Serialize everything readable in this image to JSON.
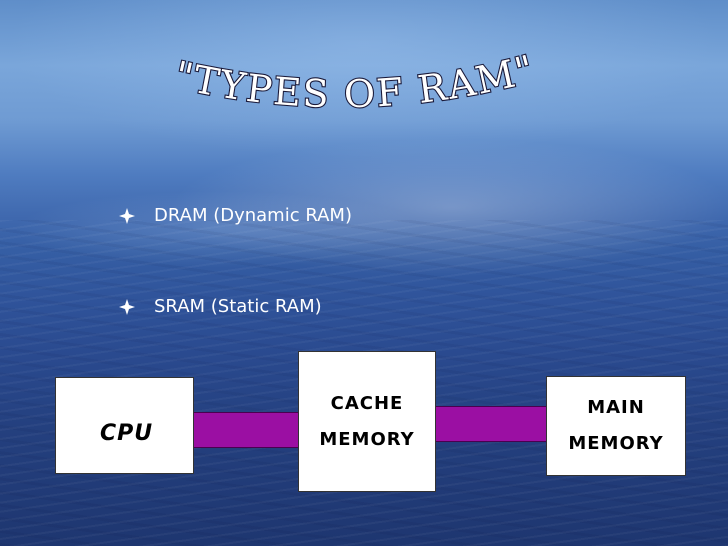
{
  "slide": {
    "title": "\"TYPES OF RAM\"",
    "bullets": [
      "DRAM (Dynamic RAM)",
      "SRAM (Static RAM)"
    ],
    "bullet_icon": "diamond-bullet-icon",
    "diagram": {
      "cpu": "CPU",
      "cache_line1": "CACHE",
      "cache_line2": "MEMORY",
      "main_line1": "MAIN",
      "main_line2": "MEMORY",
      "connector_color": "#9b0fa3"
    }
  }
}
